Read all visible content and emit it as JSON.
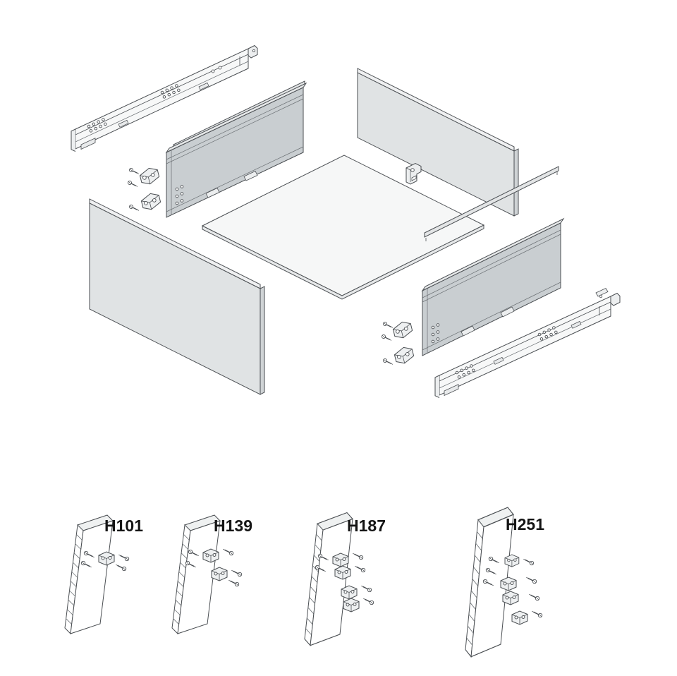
{
  "figure": {
    "kind": "exploded-drawer-assembly-diagram",
    "background_color": "#ffffff",
    "line_color": "#4a4e52",
    "side_panel_fill": "#c9ced1",
    "large_panel_fill": "#e0e3e4",
    "bottom_panel_fill": "#f6f7f7",
    "label_color": "#151515",
    "exploded_parts": [
      {
        "name": "drawer-slide-left"
      },
      {
        "name": "gallery-rail-left"
      },
      {
        "name": "drawer-side-panel-left"
      },
      {
        "name": "front-fixing-brackets-left"
      },
      {
        "name": "front-panel"
      },
      {
        "name": "drawer-bottom-panel"
      },
      {
        "name": "back-panel"
      },
      {
        "name": "back-wall-fixing-bracket"
      },
      {
        "name": "gallery-rail-right"
      },
      {
        "name": "drawer-side-panel-right"
      },
      {
        "name": "front-fixing-brackets-right"
      },
      {
        "name": "drawer-slide-right"
      }
    ],
    "variants": [
      {
        "label": "H101"
      },
      {
        "label": "H139"
      },
      {
        "label": "H187"
      },
      {
        "label": "H251"
      }
    ]
  }
}
